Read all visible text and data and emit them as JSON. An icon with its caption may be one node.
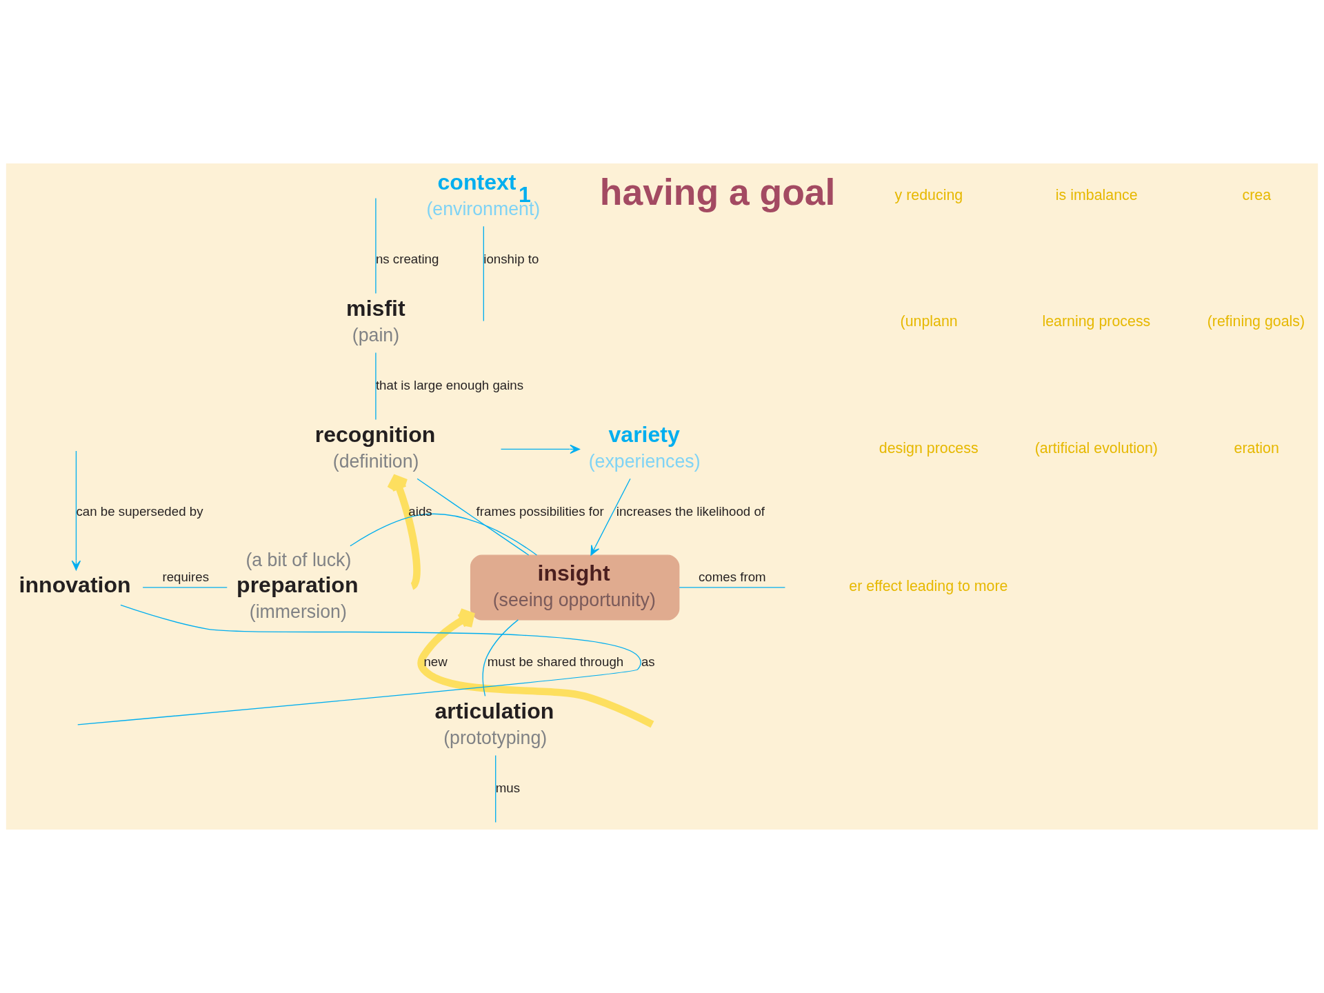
{
  "diagram": {
    "nodes": [
      {
        "text": [
          "context$_{1}$",
          "(environment)"
        ]
      },
      {
        "text": [
          "misfit",
          "(pain)"
        ]
      },
      {
        "text": [
          "variety",
          "(experiences)"
        ]
      },
      {
        "text": [
          "recognition",
          "(definition)"
        ]
      },
      {
        "text": [
          "innovation"
        ]
      },
      {
        "text": [
          "preparation",
          "(immersion)"
        ],
        "beside": [
          "(a bit of luck)"
        ]
      },
      {
        "text": [
          "insight",
          "(seeing opportunity)"
        ]
      },
      {
        "text": [
          "articulation",
          "(prototyping)"
        ]
      },
      {
        "text": [
          "having a goal"
        ]
      }
    ],
    "edges": [
      {
        "from": 0,
        "to": null,
        "arrow": "none",
        "label": "ionship to"
      },
      {
        "from": null,
        "to": 4,
        "arrow": "none",
        "label": "as"
      },
      {
        "from": null,
        "to": 1,
        "arrow": "none",
        "label": "ns creating"
      },
      {
        "from": 1,
        "to": 3,
        "arrow": "none",
        "label": "that is large enough gains"
      },
      {
        "from": 3,
        "to": 6,
        "arrow": "none",
        "label": "frames possibilities for"
      },
      {
        "from": 6,
        "to": 7,
        "arrow": "none",
        "label": "must be shared through"
      },
      {
        "from": 7,
        "to": null,
        "arrow": "none",
        "label": "mus"
      },
      {
        "from": 4,
        "to": 5,
        "arrow": "none",
        "label": "requires"
      },
      {
        "from": 5,
        "to": 6,
        "arrow": "none",
        "label": "aids"
      },
      {
        "from": null,
        "to": 6,
        "arrow": "to",
        "style": "thick",
        "color": "#fddf5f",
        "label": "new"
      },
      {
        "from": null,
        "to": 2,
        "arrow": "to"
      },
      {
        "from": 2,
        "to": 6,
        "arrow": "to",
        "label": "increases the likelihood of"
      },
      {
        "from": null,
        "to": 4,
        "arrow": "to",
        "label": "can be superseded by"
      },
      {
        "from": null,
        "to": 3,
        "arrow": "to",
        "style": "thick",
        "color": "#fddf5f"
      },
      {
        "from": 6,
        "to": null,
        "arrow": "none",
        "label": "comes from"
      }
    ],
    "labels": [
      "y reducing",
      "is imbalance",
      "crea",
      "(unplann",
      "learning process",
      "(refining goals)",
      "design process",
      "(artificial evolution)",
      "eration",
      "er effect leading to more"
    ]
  }
}
